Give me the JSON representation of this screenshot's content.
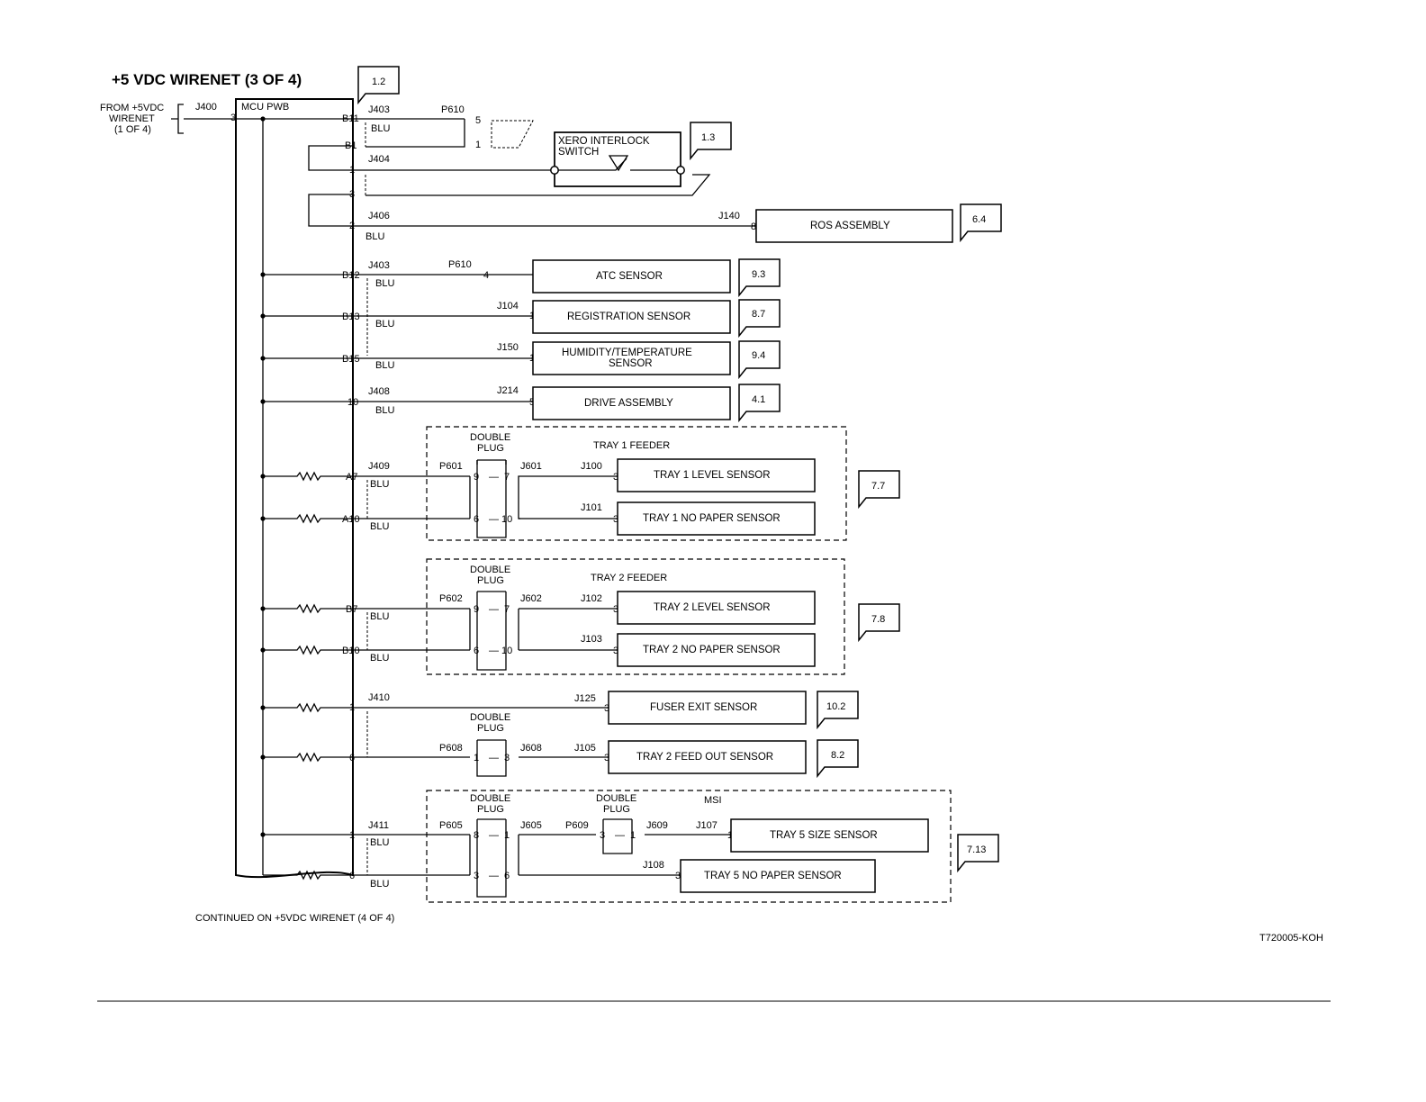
{
  "title": "+5 VDC WIRENET  (3 OF 4)",
  "from_label": [
    "FROM +5VDC",
    "WIRENET",
    "(1 OF 4)"
  ],
  "continued": "CONTINUED ON  +5VDC WIRENET (4 OF 4)",
  "figure_id": "T720005-KOH",
  "mcu_label": "MCU PWB",
  "j400": "J400",
  "j400_pin": "3",
  "refs": {
    "r12": "1.2",
    "r13": "1.3",
    "r64": "6.4",
    "r93": "9.3",
    "r87": "8.7",
    "r94": "9.4",
    "r41": "4.1",
    "r77": "7.7",
    "r78": "7.8",
    "r102": "10.2",
    "r82": "8.2",
    "r713": "7.13"
  },
  "components": {
    "xero": [
      "XERO INTERLOCK",
      "SWITCH"
    ],
    "ros": "ROS ASSEMBLY",
    "atc": "ATC SENSOR",
    "reg": "REGISTRATION SENSOR",
    "hum": [
      "HUMIDITY/TEMPERATURE",
      "SENSOR"
    ],
    "drive": "DRIVE ASSEMBLY",
    "t1lev": "TRAY 1 LEVEL SENSOR",
    "t1nop": "TRAY 1 NO PAPER SENSOR",
    "t2lev": "TRAY 2 LEVEL SENSOR",
    "t2nop": "TRAY 2 NO PAPER SENSOR",
    "fuser": "FUSER EXIT SENSOR",
    "t2fo": "TRAY 2 FEED OUT SENSOR",
    "t5size": "TRAY 5  SIZE SENSOR",
    "t5nop": "TRAY 5 NO PAPER SENSOR"
  },
  "groups": {
    "tray1": "TRAY 1 FEEDER",
    "tray2": "TRAY 2  FEEDER",
    "msi": "MSI",
    "double": "DOUBLE",
    "plug": "PLUG"
  },
  "connectors": {
    "j403": "J403",
    "p610": "P610",
    "j404": "J404",
    "j406": "J406",
    "j140": "J140",
    "j104": "J104",
    "j150": "J150",
    "j408": "J408",
    "j214": "J214",
    "j409": "J409",
    "p601": "P601",
    "j601": "J601",
    "j100": "J100",
    "j101": "J101",
    "p602": "P602",
    "j602": "J602",
    "j102": "J102",
    "j103": "J103",
    "j410": "J410",
    "j125": "J125",
    "p608": "P608",
    "j608": "J608",
    "j105": "J105",
    "j411": "J411",
    "p605": "P605",
    "j605": "J605",
    "p609": "P609",
    "j609": "J609",
    "j107": "J107",
    "j108": "J108"
  },
  "wire_color": "BLU",
  "pins": {
    "b11": "B11",
    "b1": "B1",
    "p1": "1",
    "p3": "3",
    "p2": "2",
    "b12": "B12",
    "b13": "B13",
    "b15": "B15",
    "p10": "10",
    "a7": "A7",
    "a10": "A10",
    "b7": "B7",
    "b10": "B10",
    "p6": "6",
    "p4": "4",
    "p5": "5",
    "p7": "7",
    "p8": "8",
    "p9": "9"
  },
  "colors": {
    "ink": "#000000",
    "paper": "#ffffff"
  }
}
